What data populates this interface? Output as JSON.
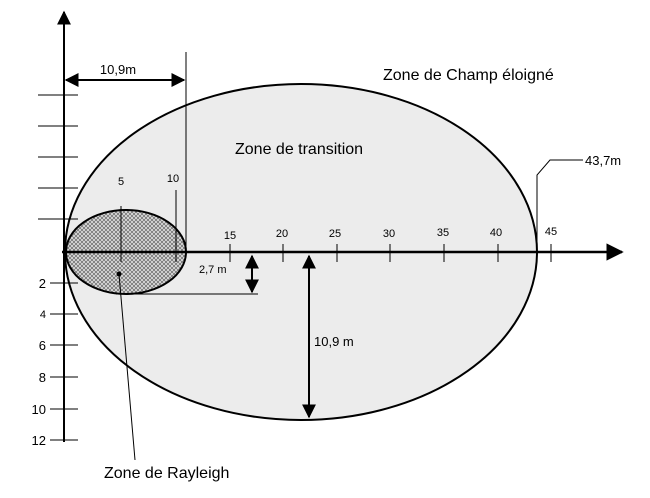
{
  "zones": {
    "far_field": "Zone de Champ éloigné",
    "transition": "Zone de transition",
    "rayleigh": "Zone de Rayleigh"
  },
  "dimensions": {
    "top_width": "10,9m",
    "far_distance": "43,7m",
    "rayleigh_half_height": "2,7 m",
    "transition_half_height": "10,9 m"
  },
  "x_ticks": [
    "5",
    "10",
    "15",
    "20",
    "25",
    "30",
    "35",
    "40",
    "45"
  ],
  "y_ticks": [
    "2",
    "4",
    "6",
    "8",
    "10",
    "12"
  ]
}
